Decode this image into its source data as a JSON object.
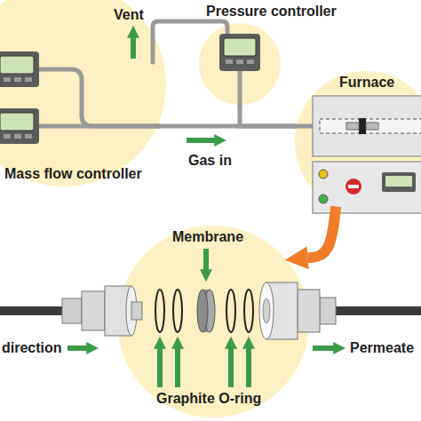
{
  "diagram": {
    "nodes": [
      {
        "text": [
          "Mass flow controller"
        ]
      },
      {
        "text": [
          "Pressure controller"
        ]
      },
      {
        "text": [
          "Furnace"
        ]
      },
      {
        "text": [
          "Membrane",
          "Graphite O-ring"
        ]
      }
    ],
    "edges": [
      {
        "from": 0,
        "to": 2,
        "arrow": "none"
      },
      {
        "from": 1,
        "to": 2,
        "arrow": "none"
      },
      {
        "from": 2,
        "to": 3,
        "arrow": "to"
      }
    ],
    "labels": [
      "Vent",
      "Gas in",
      "direction",
      "Permeate"
    ]
  }
}
